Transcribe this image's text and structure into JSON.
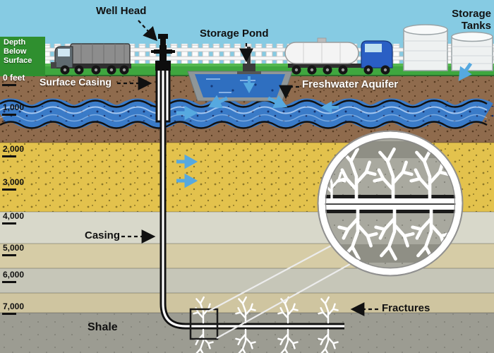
{
  "labels": {
    "well_head": "Well Head",
    "storage_pond": "Storage Pond",
    "storage_tanks": "Storage Tanks",
    "surface_casing": "Surface Casing",
    "freshwater_aquifer": "Freshwater Aquifer",
    "casing": "Casing",
    "fractures": "Fractures",
    "shale": "Shale"
  },
  "depth_scale": {
    "header": "Depth Below Surface",
    "ticks": [
      "0 feet",
      "1,000",
      "2,000",
      "3,000",
      "4,000",
      "5,000",
      "6,000",
      "7,000"
    ]
  },
  "colors": {
    "sky": "#86cbe3",
    "grass": "#3fa73f",
    "soil_brown": "#8f6b4d",
    "aquifer_blue": "#3a7bc8",
    "sand_yellow": "#e3c24d",
    "rock_light_gray": "#d8d8ca",
    "rock_beige": "#d6cca6",
    "rock_gray": "#c6c6b8",
    "shale_gray": "#9c9c92",
    "flow_arrow_blue": "#56a9e0",
    "truck_cab_blue": "#2a5fc4"
  }
}
